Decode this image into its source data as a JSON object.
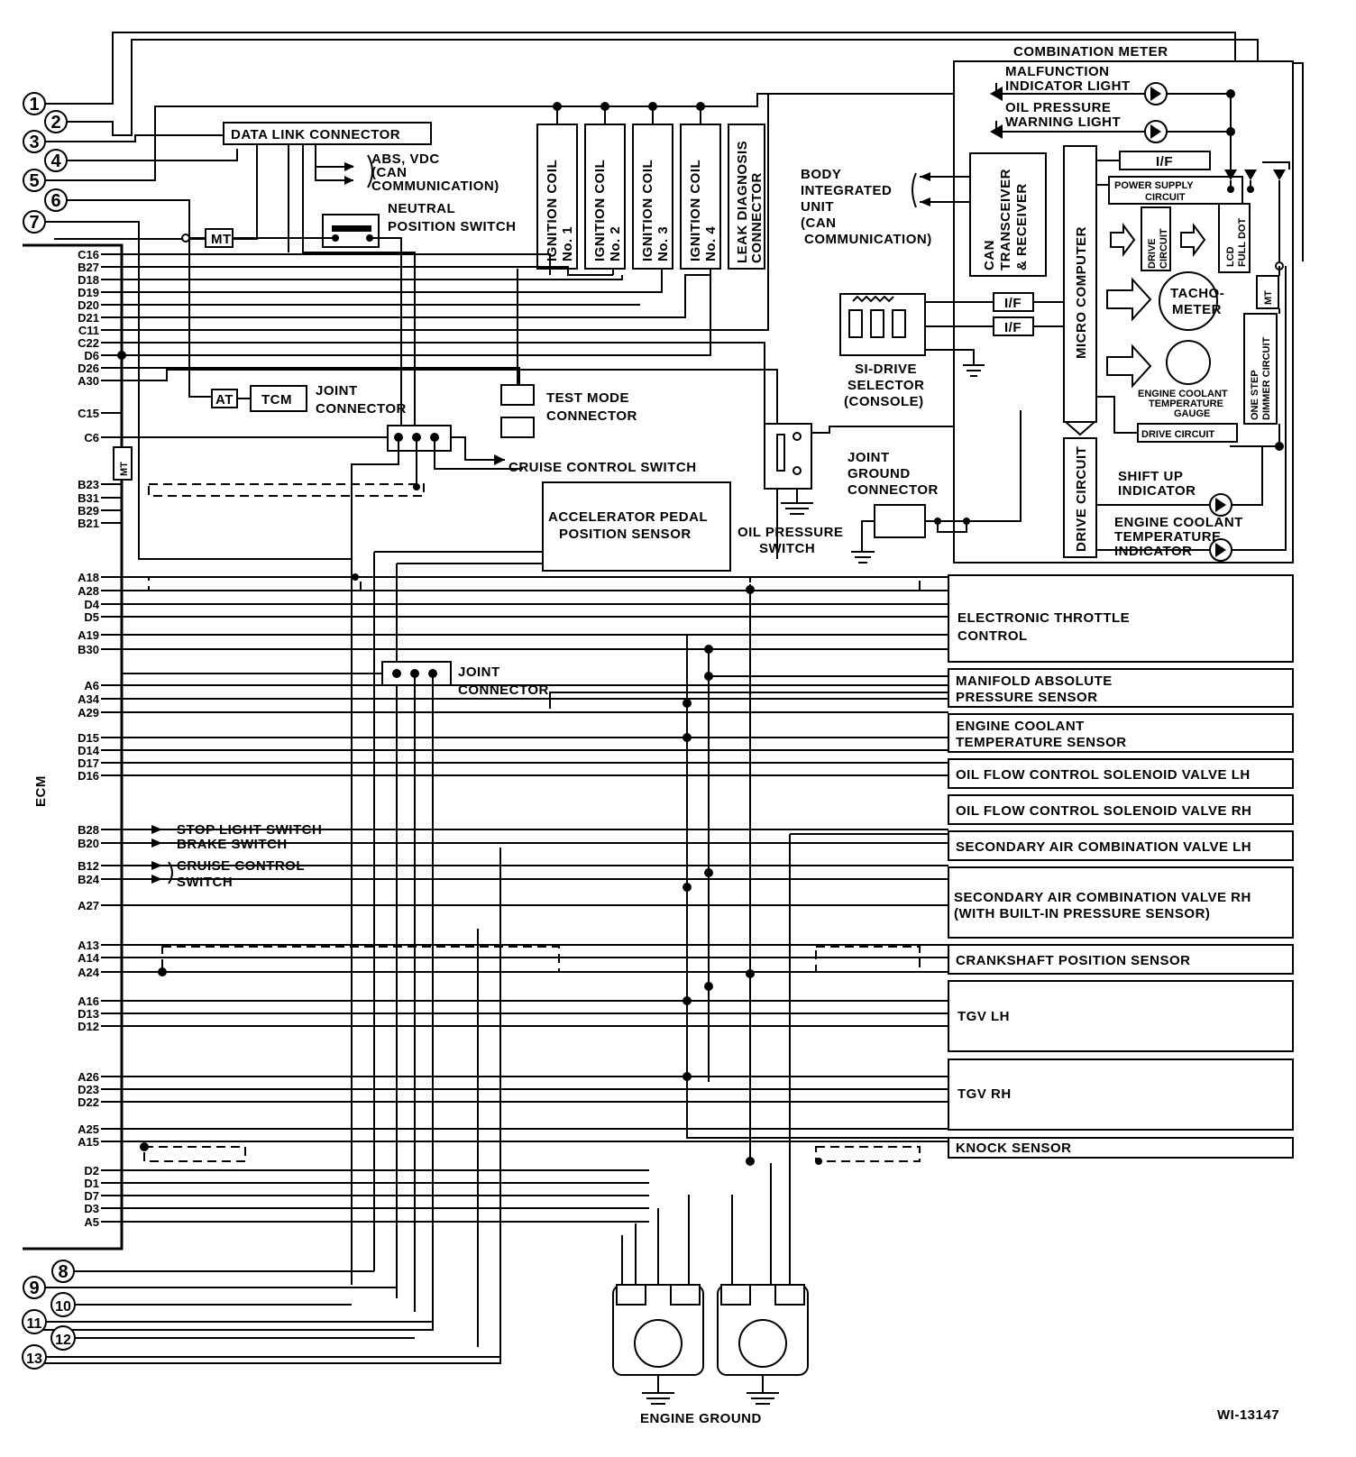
{
  "diagram_id": "WI-13147",
  "ecm_label": "ECM",
  "connector_numbers": [
    "1",
    "2",
    "3",
    "4",
    "5",
    "6",
    "7",
    "8",
    "9",
    "10",
    "11",
    "12",
    "13"
  ],
  "pins": [
    "C16",
    "B27",
    "D18",
    "D19",
    "D20",
    "D21",
    "C11",
    "C22",
    "D6",
    "D26",
    "A30",
    "C15",
    "C6",
    "B23",
    "B31",
    "B29",
    "B21",
    "A18",
    "A28",
    "D4",
    "D5",
    "A19",
    "B30",
    "A6",
    "A34",
    "A29",
    "D15",
    "D14",
    "D17",
    "D16",
    "B28",
    "B20",
    "B12",
    "B24",
    "A27",
    "A13",
    "A14",
    "A24",
    "A16",
    "D13",
    "D12",
    "A26",
    "D23",
    "D22",
    "A25",
    "A15",
    "D2",
    "D1",
    "D7",
    "D3",
    "A5"
  ],
  "labels": {
    "data_link_connector": "DATA LINK CONNECTOR",
    "abs_vdc": "ABS, VDC",
    "can": "(CAN",
    "can_comm": "COMMUNICATION)",
    "neutral1": "NEUTRAL",
    "neutral2": "POSITION SWITCH",
    "mt": "MT",
    "at": "AT",
    "tcm": "TCM",
    "joint": "JOINT",
    "connector": "CONNECTOR",
    "ign1a": "IGNITION COIL",
    "ign1b": "No. 1",
    "ign2b": "No. 2",
    "ign3b": "No. 3",
    "ign4b": "No. 4",
    "leak1": "LEAK DIAGNOSIS",
    "leak2": "CONNECTOR",
    "test1": "TEST MODE",
    "test2": "CONNECTOR",
    "cruise_switch": "CRUISE CONTROL SWITCH",
    "accel1": "ACCELERATOR PEDAL",
    "accel2": "POSITION SENSOR",
    "combination_meter": "COMBINATION METER",
    "mil1": "MALFUNCTION",
    "mil2": "INDICATOR LIGHT",
    "oil1": "OIL PRESSURE",
    "oil2": "WARNING LIGHT",
    "if": "I/F",
    "psu1": "POWER SUPPLY",
    "psu2": "CIRCUIT",
    "body1": "BODY",
    "body2": "INTEGRATED",
    "body3": "UNIT",
    "body4": "(CAN",
    "body5": "COMMUNICATION)",
    "can_tr1": "CAN",
    "can_tr2": "TRANSCEIVER",
    "can_tr3": "& RECEIVER",
    "micro": "MICRO COMPUTER",
    "drive": "DRIVE",
    "circuit": "CIRCUIT",
    "drive_circuit": "DRIVE CIRCUIT",
    "lcd1": "LCD",
    "lcd2": "FULL DOT",
    "tacho1": "TACHO-",
    "tacho2": "METER",
    "ect_gauge1": "ENGINE COOLANT",
    "ect_gauge2": "TEMPERATURE",
    "ect_gauge3": "GAUGE",
    "dimmer1": "ONE STEP",
    "dimmer2": "DIMMER CIRCUIT",
    "shift1": "SHIFT UP",
    "shift2": "INDICATOR",
    "ecti1": "ENGINE COOLANT",
    "ecti2": "TEMPERATURE",
    "ecti3": "INDICATOR",
    "si1": "SI-DRIVE",
    "si2": "SELECTOR",
    "si3": "(CONSOLE)",
    "jg1": "JOINT",
    "jg2": "GROUND",
    "jg3": "CONNECTOR",
    "ops1": "OIL PRESSURE",
    "ops2": "SWITCH",
    "stop": "STOP LIGHT SWITCH",
    "brake": "BRAKE SWITCH",
    "cc1": "CRUISE CONTROL",
    "cc2": "SWITCH",
    "engine_ground": "ENGINE GROUND"
  },
  "components": {
    "etc1": "ELECTRONIC THROTTLE",
    "etc2": "CONTROL",
    "map1": "MANIFOLD ABSOLUTE",
    "map2": "PRESSURE SENSOR",
    "ect1": "ENGINE COOLANT",
    "ect2": "TEMPERATURE SENSOR",
    "ocv_lh": "OIL FLOW CONTROL SOLENOID VALVE LH",
    "ocv_rh": "OIL FLOW CONTROL SOLENOID VALVE RH",
    "sav_lh": "SECONDARY AIR COMBINATION VALVE LH",
    "sav_rh1": "SECONDARY AIR COMBINATION VALVE RH",
    "sav_rh2": "(WITH BUILT-IN PRESSURE SENSOR)",
    "ckp": "CRANKSHAFT POSITION SENSOR",
    "tgv_lh": "TGV LH",
    "tgv_rh": "TGV RH",
    "knock": "KNOCK SENSOR"
  }
}
